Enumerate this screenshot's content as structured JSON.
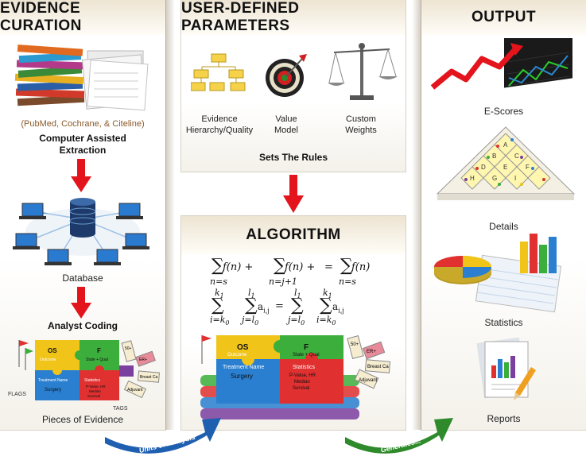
{
  "panels": {
    "evidence": {
      "title": "EVIDENCE CURATION",
      "sources": "(PubMed, Cochrane, & Citeline)",
      "cae_line1": "Computer Assisted",
      "cae_line2": "Extraction",
      "database": "Database",
      "analyst": "Analyst Coding",
      "pieces": "Pieces of Evidence",
      "flags": "FLAGS",
      "tags": "TAGS"
    },
    "params": {
      "title": "USER-DEFINED PARAMETERS",
      "items": [
        {
          "line1": "Evidence",
          "line2": "Hierarchy/Quality",
          "icon": "pyramid-icon"
        },
        {
          "line1": "Value",
          "line2": "Model",
          "icon": "dartboard-icon"
        },
        {
          "line1": "Custom",
          "line2": "Weights",
          "icon": "scale-icon"
        }
      ],
      "rules": "Sets The Rules"
    },
    "algorithm": {
      "title": "ALGORITHM"
    },
    "output": {
      "title": "OUTPUT",
      "items": [
        "E-Scores",
        "Details",
        "Statistics",
        "Reports"
      ]
    }
  },
  "puzzle": {
    "os": "OS",
    "os_sub": "Outcome",
    "f": "F",
    "f_sub": "State + Qual",
    "treatment": "Treatment Name",
    "surgery": "Surgery",
    "statistics": "Statistics",
    "stat_lines": [
      "P-Value, HR",
      "Median",
      "Survival"
    ],
    "tag_50": "50+",
    "tag_er": "ER+",
    "tag_breast": "Breast Ca",
    "tag_adj": "Adjuvant"
  },
  "flows": {
    "units": "Units of Analysis",
    "generates": "Generates..."
  },
  "diamond_letters": [
    "A",
    "B",
    "C",
    "D",
    "E",
    "F",
    "G",
    "H",
    "I"
  ],
  "colors": {
    "red_arrow": "#e3141c",
    "blue_flow": "#1f5fb0",
    "green_flow": "#2e8a2a",
    "puzzle_yellow": "#f0c419",
    "puzzle_green": "#3cae3c",
    "puzzle_blue": "#2a7fd0",
    "puzzle_red": "#e03030",
    "puzzle_purple": "#7b3fa0"
  }
}
